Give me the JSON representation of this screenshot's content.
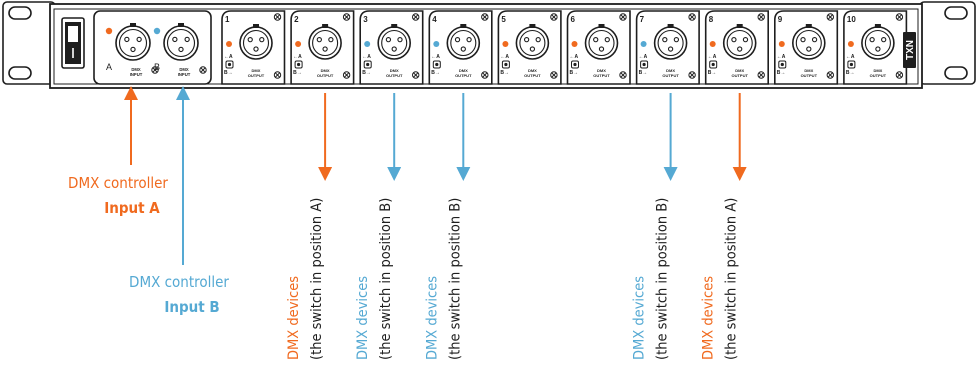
{
  "colors": {
    "orange": "#f06a1f",
    "blue": "#55a9d3",
    "ink": "#1e1e1e",
    "panel": "#ffffff"
  },
  "device": {
    "brand_logo": "TXN",
    "inputs": [
      {
        "letter": "A",
        "caption": [
          "DMX",
          "INPUT"
        ],
        "dot_color": "orange"
      },
      {
        "letter": "B",
        "caption": [
          "DMX",
          "INPUT"
        ],
        "dot_color": "blue"
      }
    ],
    "outputs": [
      {
        "number": "1",
        "dot": "orange",
        "caption": [
          "DMX",
          "OUTPUT"
        ]
      },
      {
        "number": "2",
        "dot": "orange",
        "caption": [
          "DMX",
          "OUTPUT"
        ]
      },
      {
        "number": "3",
        "dot": "blue",
        "caption": [
          "DMX",
          "OUTPUT"
        ]
      },
      {
        "number": "4",
        "dot": "blue",
        "caption": [
          "DMX",
          "OUTPUT"
        ]
      },
      {
        "number": "5",
        "dot": "orange",
        "caption": [
          "DMX",
          "OUTPUT"
        ]
      },
      {
        "number": "6",
        "dot": "orange",
        "caption": [
          "DMX",
          "OUTPUT"
        ]
      },
      {
        "number": "7",
        "dot": "blue",
        "caption": [
          "DMX",
          "OUTPUT"
        ]
      },
      {
        "number": "8",
        "dot": "orange",
        "caption": [
          "DMX",
          "OUTPUT"
        ]
      },
      {
        "number": "9",
        "dot": "orange",
        "caption": [
          "DMX",
          "OUTPUT"
        ]
      },
      {
        "number": "10",
        "dot": "orange",
        "caption": [
          "DMX",
          "OUTPUT"
        ]
      }
    ],
    "switch_labels": {
      "a": "A",
      "b": "B"
    }
  },
  "labels": {
    "controller_a": {
      "line1": "DMX controller",
      "line2": "Input A"
    },
    "controller_b": {
      "line1": "DMX controller",
      "line2": "Input B"
    },
    "devices_a": {
      "line1": "DMX devices",
      "line2": "(the switch in position A)"
    },
    "devices_b": {
      "line1": "DMX devices",
      "line2": "(the switch in position B)"
    }
  },
  "arrows": [
    {
      "output": "2",
      "color": "orange",
      "label": "devices_a"
    },
    {
      "output": "3",
      "color": "blue",
      "label": "devices_b"
    },
    {
      "output": "4",
      "color": "blue",
      "label": "devices_b"
    },
    {
      "output": "7",
      "color": "blue",
      "label": "devices_b"
    },
    {
      "output": "8",
      "color": "orange",
      "label": "devices_a"
    }
  ]
}
